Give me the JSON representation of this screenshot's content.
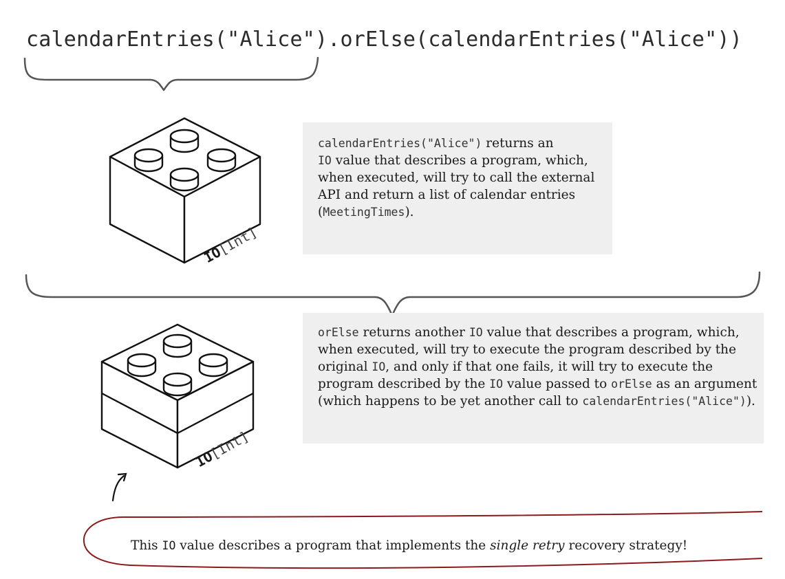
{
  "code": {
    "part1": "calendarEntries(\"Alice\")",
    "part2": ".orElse(calendarEntries(\"Alice\"))"
  },
  "brick_label": {
    "io": "IO",
    "type": "[Int]"
  },
  "note1": {
    "code_call": "calendarEntries(\"Alice\")",
    "text_a": " returns an",
    "io": "IO",
    "text_b": " value that describes a program, which, when executed, will try to call the external API and return a list of calendar entries (",
    "meeting": "MeetingTimes",
    "text_c": ")."
  },
  "note2": {
    "orelse": "orElse",
    "text_a": " returns another ",
    "io1": "IO",
    "text_b": " value that describes a program, which, when executed, will try to execute the program described by the original ",
    "io2": "IO",
    "text_c": ", and only if that one fails, it will try to execute the program described by the ",
    "io3": "IO",
    "text_d": " value passed to ",
    "orelse2": "orElse",
    "text_e": " as an argument (which happens to be yet another call to ",
    "call": "calendarEntries(\"Alice\")",
    "text_f": ")."
  },
  "callout": {
    "text_a": "This ",
    "io": "IO",
    "text_b": " value describes a program that implements the ",
    "italic": "single retry",
    "text_c": " recovery strategy!"
  },
  "colors": {
    "callout_border": "#8b1a1a",
    "note_bg": "#efefef",
    "stroke": "#222222"
  }
}
